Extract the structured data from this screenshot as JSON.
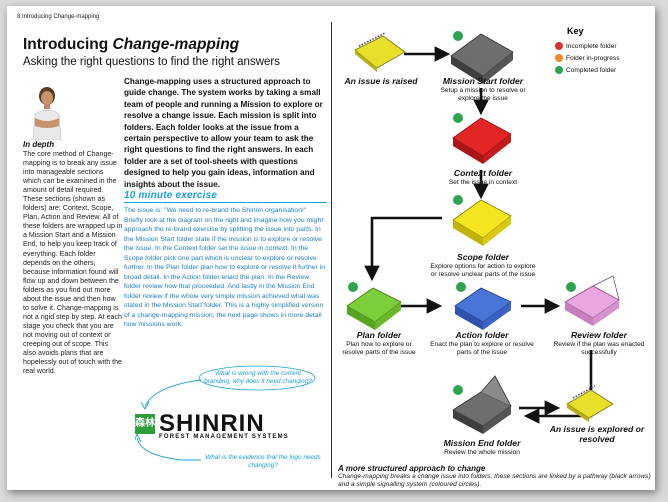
{
  "running_head": "8 Introducing Change-mapping",
  "title": {
    "prefix": "Introducing ",
    "emph": "Change-mapping"
  },
  "subtitle": "Asking the right questions to find the right answers",
  "intro": "Change-mapping uses a structured approach to guide change. The system works by taking a small team of people and running a Mission to explore or resolve a change issue. Each mission is split into folders. Each folder looks at the issue from a certain perspective to allow your team to ask the right questions to find the right answers. In each folder are a set of tool-sheets with questions designed to help you gain ideas, information and insights about the issue.",
  "in_depth": {
    "heading": "In depth",
    "text": "The core method of Change-mapping is to break any issue into manageable sections which can be examined in the amount of detail required. These sections (shown as folders) are: Context, Scope, Plan, Action and Review. All of these folders are wrapped up in a Mission Start and a Mission End, to help you keep track of everything. Each folder depends on the others, because information found will flow up and down between the folders as you find out more about the issue and then how to solve it. Change-mapping is not a rigid step by step. At each stage you check that you are not moving out of context or creeping out of scope. This also avoids plans that are hopelessly out of touch with the real world."
  },
  "exercise": {
    "heading": "10 minute exercise",
    "text": "The issue is: \"We need to re-brand the Shinrin organisation!\" Briefly look at the diagram on the right and imagine how you might approach the re-brand exercise by splitting the issue into parts. In the Mission Start folder state if the mission is to explore or resolve the issue. In the Context folder set the issue in context. In the Scope folder pick one part which is unclear to explore or resolve further. In the Plan folder plan how to explore or resolve it further in broad detail. In the Action folder enact the plan. In the Review folder review how that proceeded. And lastly in the Mission End folder review if the whole very simple mission achieved what was stated in the Mission Start folder. This is a highly simplified version of a change-mapping mission, the next page shows in more detail how missions work."
  },
  "notes": {
    "top": "What is wrong with the current branding, why does it need changing?",
    "bottom": "What is the evidence that the logo needs changing?"
  },
  "logo": {
    "mark": "森林",
    "word": "SHINRIN",
    "sub": "FOREST MANAGEMENT SYSTEMS"
  },
  "key": {
    "title": "Key",
    "items": [
      {
        "label": "Incomplete folder",
        "color": "#e03030"
      },
      {
        "label": "Folder in-progress",
        "color": "#f08a24"
      },
      {
        "label": "Completed folder",
        "color": "#2ea44f"
      }
    ]
  },
  "nodes": {
    "issue_raised": {
      "label": "An issue is raised"
    },
    "mission_start": {
      "label": "Mission Start folder",
      "desc": "Setup a mission to resolve or explore the issue"
    },
    "context": {
      "label": "Context folder",
      "desc": "Set the issue in context"
    },
    "scope": {
      "label": "Scope folder",
      "desc": "Explore options for action to explore or resolve unclear parts of the issue"
    },
    "plan": {
      "label": "Plan folder",
      "desc": "Plan how to explore or resolve parts of the issue"
    },
    "action": {
      "label": "Action folder",
      "desc": "Enact the plan to explore or resolve parts of the issue"
    },
    "review": {
      "label": "Review folder",
      "desc": "Review if the plan was enacted successfully"
    },
    "mission_end": {
      "label": "Mission End folder",
      "desc": "Review the whole mission"
    },
    "resolved": {
      "label": "An issue is explored or resolved"
    }
  },
  "caption": {
    "heading": "A more structured approach to change",
    "text": "Change-mapping breaks a change issue into folders, these sections are linked by a pathway (black arrows) and a simple signalling system (coloured circles)."
  }
}
